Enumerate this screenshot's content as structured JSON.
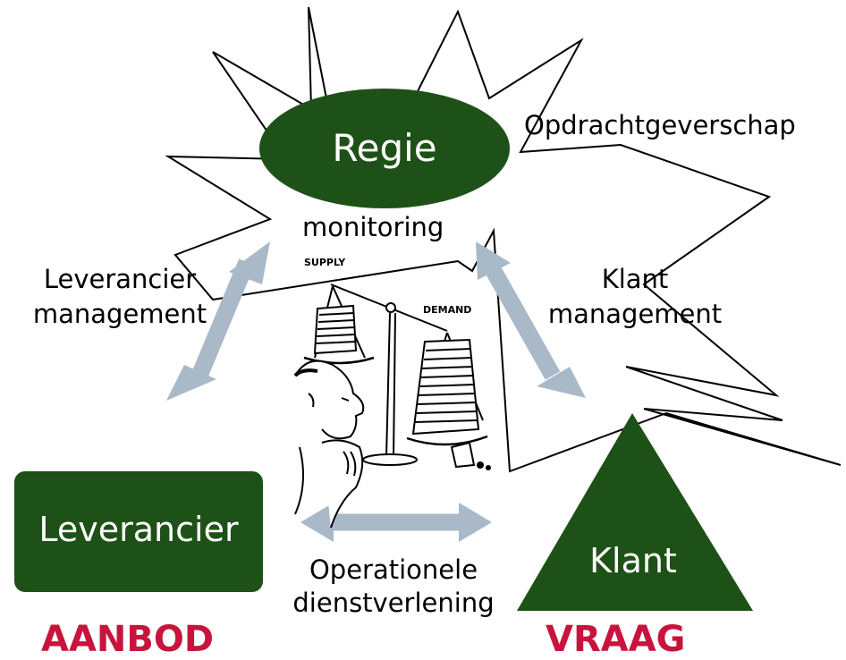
{
  "nodes": {
    "regie": "Regie",
    "leverancier": "Leverancier",
    "klant": "Klant"
  },
  "labels": {
    "opdrachtgeverschap": "Opdrachtgeverschap",
    "monitoring": "monitoring",
    "leverancier_management": [
      "Leverancier",
      "management"
    ],
    "klant_management": [
      "Klant",
      "management"
    ],
    "operationele_dienstverlening": [
      "Operationele",
      "dienstverlening"
    ]
  },
  "footer": {
    "aanbod": "AANBOD",
    "vraag": "VRAAG"
  },
  "illustration": {
    "supply": "SUPPLY",
    "demand": "DEMAND"
  },
  "colors": {
    "node_green": "#1e5117",
    "arrow_blue": "#a9b9c8",
    "footer_red": "#c8143c"
  }
}
